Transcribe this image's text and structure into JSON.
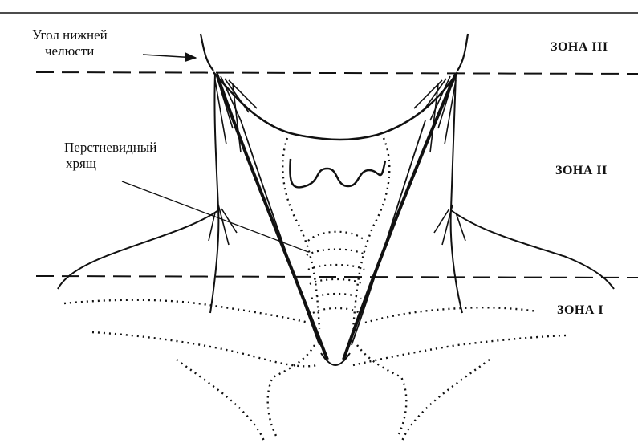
{
  "labels": {
    "jaw_angle": [
      "Угол нижней",
      "челюсти"
    ],
    "cricoid": [
      "Перстневидный",
      "хрящ"
    ]
  },
  "zones": {
    "zone3": "ЗОНА III",
    "zone2": "ЗОНА II",
    "zone1": "ЗОНА I"
  },
  "colors": {
    "ink": "#111111",
    "background": "#ffffff"
  }
}
